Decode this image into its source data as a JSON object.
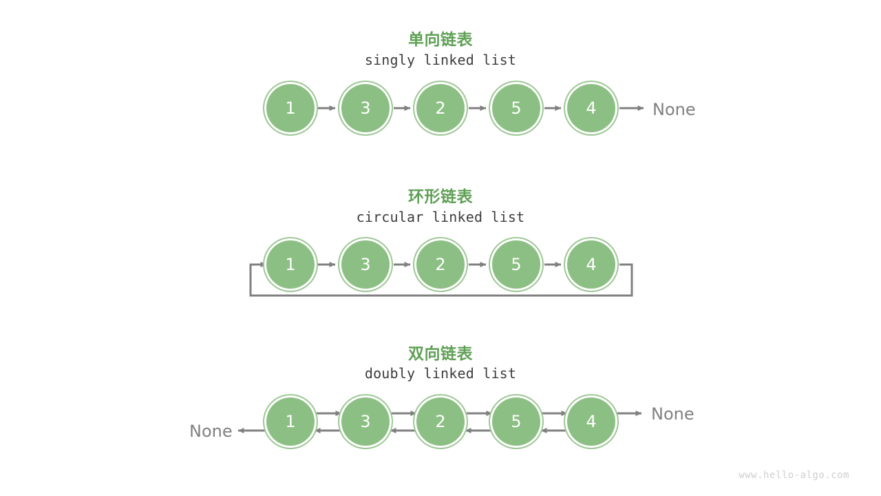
{
  "diagram": {
    "background": "#ffffff",
    "node_fill": "#8CBF83",
    "node_ring": "#9CC794",
    "node_text_color": "#ffffff",
    "title_color": "#5FA055",
    "subtitle_color": "#3d3d3d",
    "arrow_color": "#808080",
    "none_color": "#808080",
    "watermark_color": "#cfcfcf"
  },
  "watermark": "www.hello-algo.com",
  "sections": [
    {
      "id": "singly",
      "title": "单向链表",
      "subtitle": "singly linked list",
      "nodes": [
        "1",
        "3",
        "2",
        "5",
        "4"
      ],
      "tail_label": "None",
      "head_label": ""
    },
    {
      "id": "circular",
      "title": "环形链表",
      "subtitle": "circular linked list",
      "nodes": [
        "1",
        "3",
        "2",
        "5",
        "4"
      ],
      "tail_label": "",
      "head_label": ""
    },
    {
      "id": "doubly",
      "title": "双向链表",
      "subtitle": "doubly linked list",
      "nodes": [
        "1",
        "3",
        "2",
        "5",
        "4"
      ],
      "tail_label": "None",
      "head_label": "None"
    }
  ]
}
